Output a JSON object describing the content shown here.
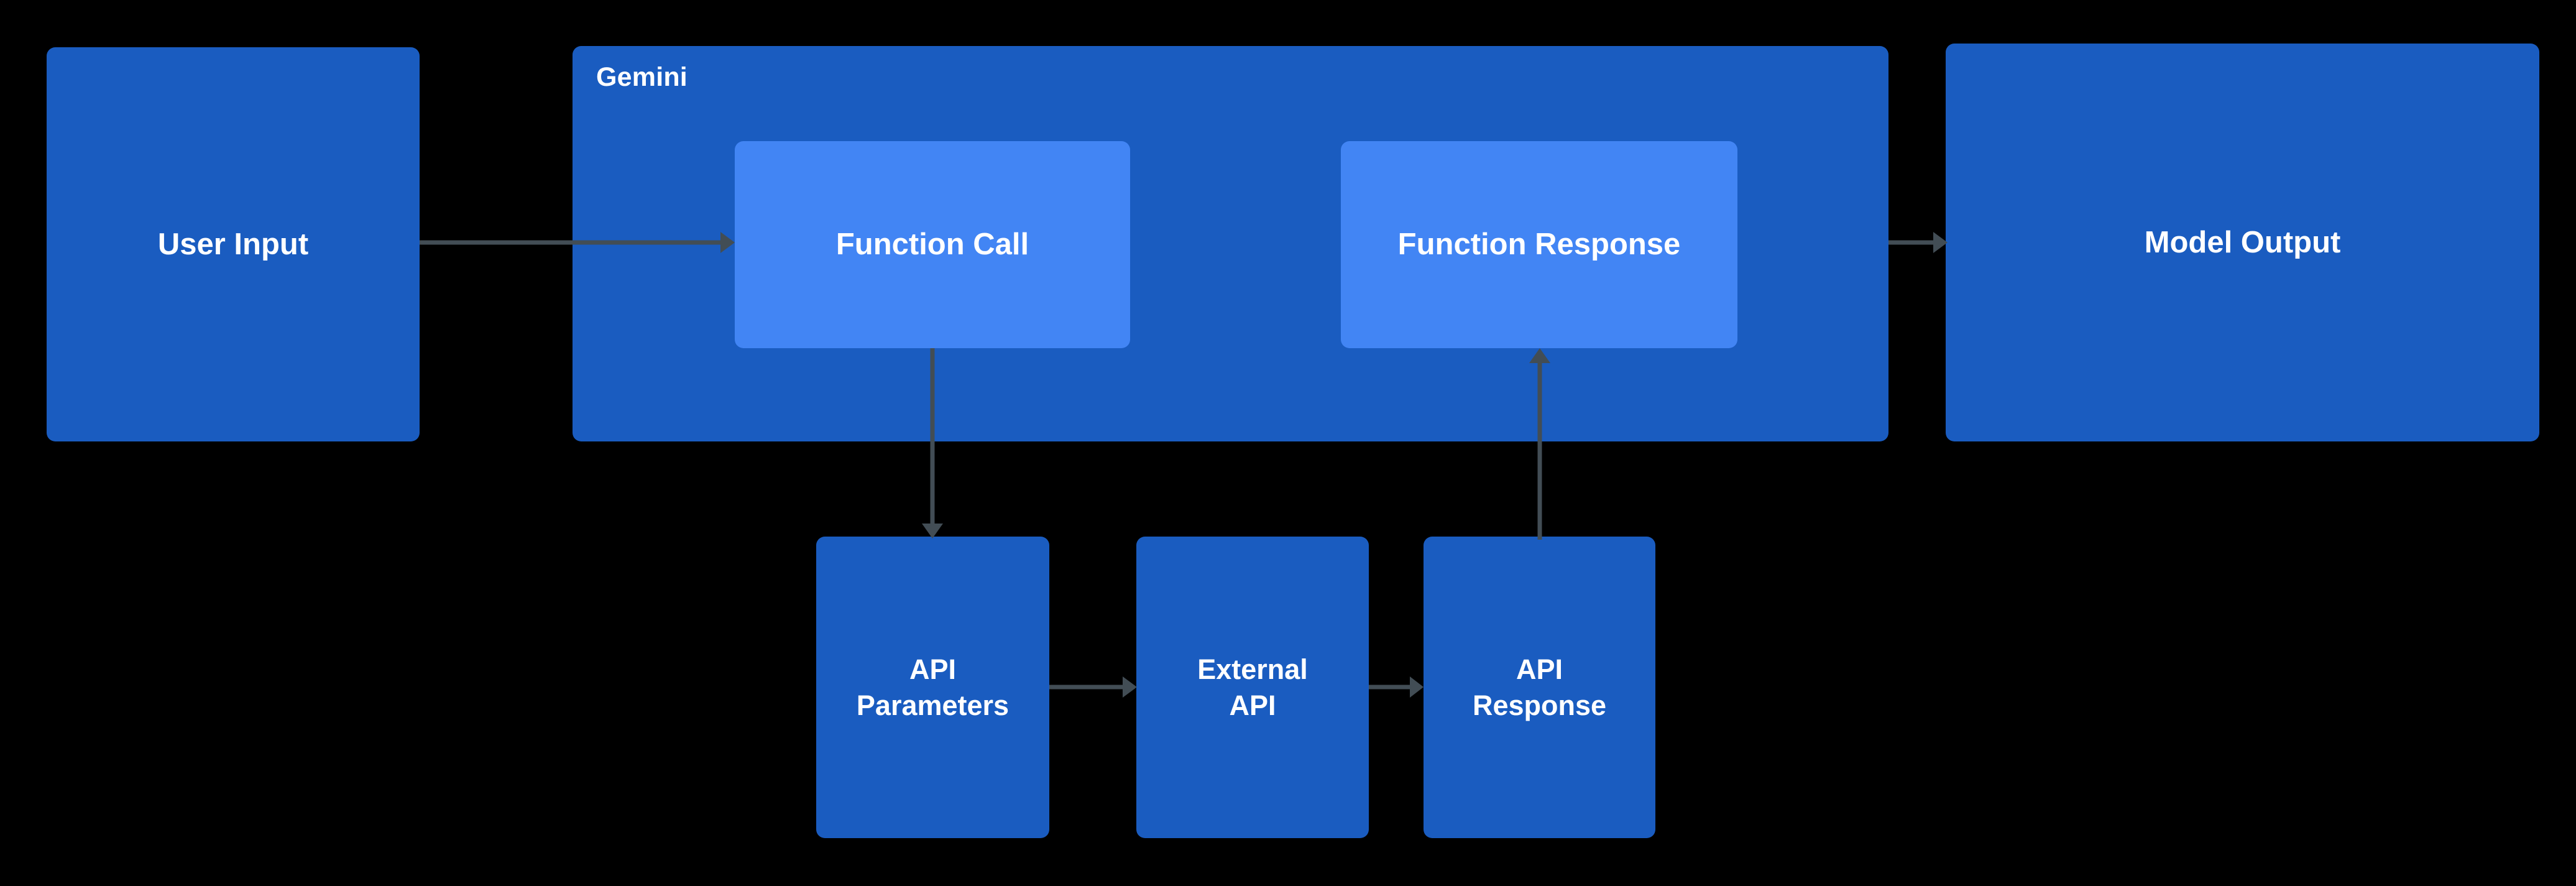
{
  "diagram": {
    "title": "Gemini function calling flow",
    "background_color": "#000000",
    "node_color_primary": "#1a5cc0",
    "node_color_secondary": "#4285f4",
    "edge_color": "#424d55",
    "text_color": "#ffffff"
  },
  "nodes": {
    "user_input": {
      "label": "User Input"
    },
    "gemini_group": {
      "label": "Gemini"
    },
    "function_call": {
      "label": "Function Call"
    },
    "function_response": {
      "label": "Function Response"
    },
    "model_output": {
      "label": "Model Output"
    },
    "api_parameters": {
      "label": "API\nParameters"
    },
    "external_api": {
      "label": "External\nAPI"
    },
    "api_response": {
      "label": "API\nResponse"
    }
  },
  "edges": [
    {
      "id": "user-input-to-function-call",
      "from": "user_input",
      "to": "function_call",
      "label": "",
      "direction": "right"
    },
    {
      "id": "function-call-to-api-parameters",
      "from": "function_call",
      "to": "api_parameters",
      "label": "",
      "direction": "down"
    },
    {
      "id": "api-parameters-to-external-api",
      "from": "api_parameters",
      "to": "external_api",
      "label": "",
      "direction": "right"
    },
    {
      "id": "external-api-to-api-response",
      "from": "external_api",
      "to": "api_response",
      "label": "",
      "direction": "right"
    },
    {
      "id": "api-response-to-function-response",
      "from": "api_response",
      "to": "function_response",
      "label": "",
      "direction": "up"
    },
    {
      "id": "function-response-to-model-output",
      "from": "function_response",
      "to": "model_output",
      "label": "",
      "direction": "right"
    }
  ]
}
